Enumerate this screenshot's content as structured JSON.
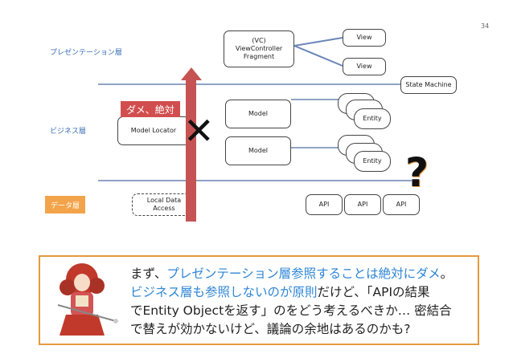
{
  "page_number": "34",
  "layers": {
    "presentation": "プレゼンテーション層",
    "business": "ビジネス層",
    "data": "データ層"
  },
  "nodes": {
    "viewcontroller": "(VC)\nViewController\nFragment",
    "view_1": "View",
    "view_2": "View",
    "state_machine": "State Machine",
    "model_locator": "Model Locator",
    "model_1": "Model",
    "model_2": "Model",
    "entity_1": "Entity",
    "entity_2": "Entity",
    "local_data_access": "Local Data\nAccess",
    "api_1": "API",
    "api_2": "API",
    "api_3": "API"
  },
  "ng_label": "ダメ、絶対",
  "cross_mark": "✕",
  "question_mark": "?",
  "callout": {
    "line1_a": "まず、",
    "line1_b": "プレゼンテーション層参照することは絶対にダメ",
    "line1_c": "。",
    "line2_a": "ビジネス層も参照しないのが原則",
    "line2_b": "だけど、「APIの結果",
    "line3": "でEntity Objectを返す」のをどう考えるべきか… 密結合",
    "line4": "で替えが効かないけど、議論の余地はあるのかも?"
  },
  "colors": {
    "layer_label": "#3a6fb5",
    "layer_line": "#8ea3c4",
    "data_badge": "#f3a44a",
    "ng_badge": "#d24e4e",
    "arrow": "#c65353",
    "highlight": "#2e86d6",
    "callout_border": "#e59a3d"
  }
}
